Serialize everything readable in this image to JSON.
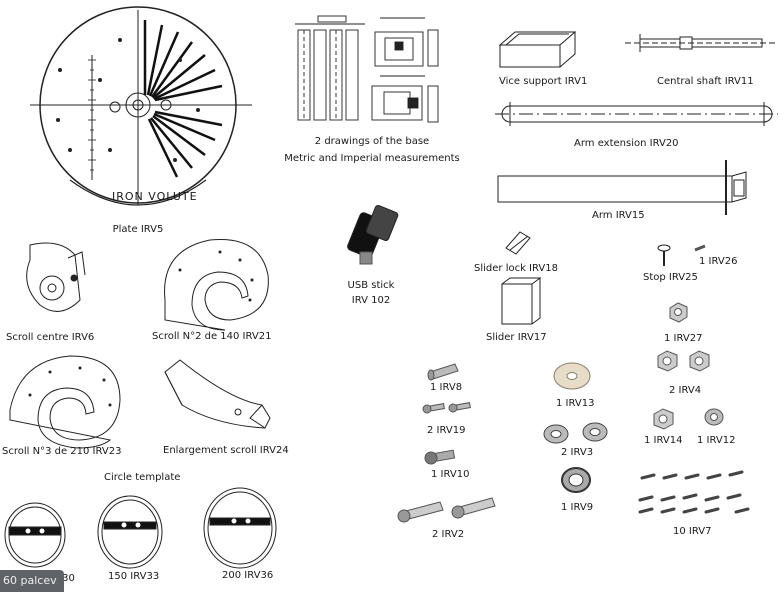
{
  "labels": {
    "plate": "Plate IRV5",
    "plate_stamp": "IRON VOLUTE",
    "base_line1": "2 drawings of the base",
    "base_line2": "Metric and Imperial measurements",
    "vice": "Vice support  IRV1",
    "shaft": "Central shaft IRV11",
    "arm_ext": "Arm extension IRV20",
    "arm": "Arm  IRV15",
    "usb_line1": "USB stick",
    "usb_line2": "IRV 102",
    "slider_lock": "Slider lock IRV18",
    "slider": "Slider IRV17",
    "stop": "Stop IRV25",
    "irv26": "1 IRV26",
    "scroll_centre": "Scroll centre IRV6",
    "scroll2": "Scroll  N°2 de 140  IRV21",
    "scroll3": "Scroll N°3 de 210  IRV23",
    "enlarge": "Enlargement scroll  IRV24",
    "circle_title": "Circle template",
    "c60": "60 IRV30",
    "c150": "150  IRV33",
    "c200": "200 IRV36",
    "irv8": "1 IRV8",
    "irv19": "2 IRV19",
    "irv10": "1 IRV10",
    "irv2": "2 IRV2",
    "irv13": "1 IRV13",
    "irv3": "2 IRV3",
    "irv9": "1 IRV9",
    "irv27": "1 IRV27",
    "irv4": "2 IRV4",
    "irv14": "1 IRV14",
    "irv12": "1 IRV12",
    "irv7": "10  IRV7"
  },
  "overlay": {
    "text": "60 palcev"
  }
}
